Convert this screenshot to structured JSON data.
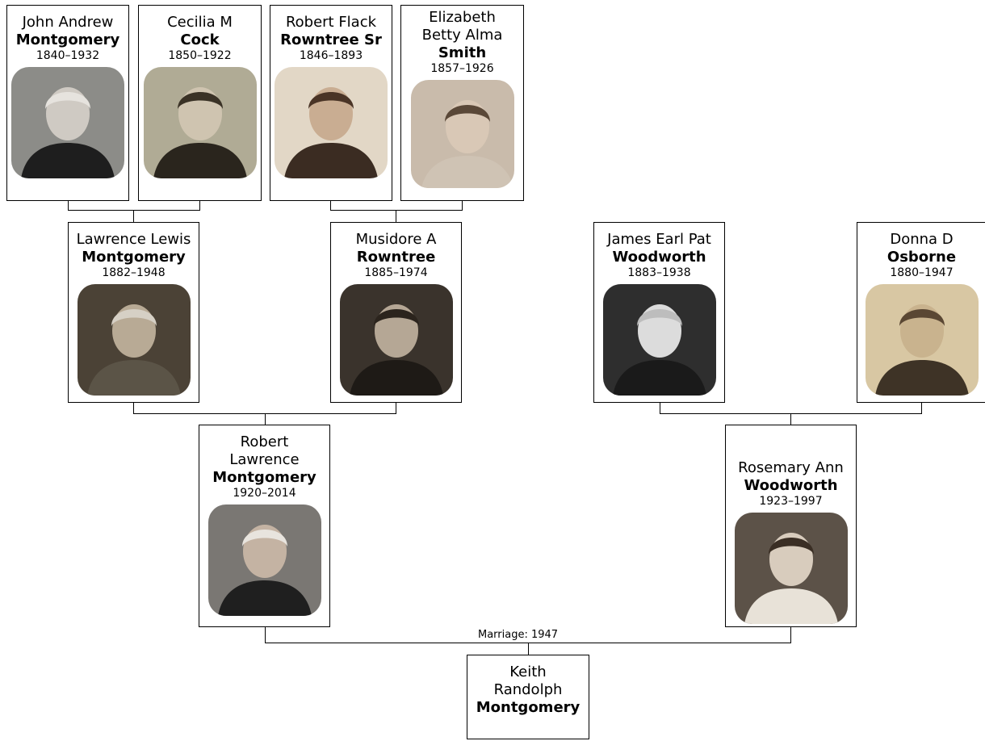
{
  "people": {
    "john": {
      "given": "John Andrew",
      "surname": "Montgomery",
      "dates": "1840–1932",
      "photo": {
        "bg": "#8c8c88",
        "face": "#cfcac3",
        "hair": "#e6e3de",
        "cloth": "#1e1e1e"
      }
    },
    "cecilia": {
      "given": "Cecilia M",
      "surname": "Cock",
      "dates": "1850–1922",
      "photo": {
        "bg": "#b0ab95",
        "face": "#cfc4b0",
        "hair": "#3a3226",
        "cloth": "#2a251d"
      }
    },
    "robertf": {
      "given": "Robert Flack",
      "surname": "Rowntree Sr",
      "dates": "1846–1893",
      "photo": {
        "bg": "#e2d7c6",
        "face": "#c9ad92",
        "hair": "#4a3426",
        "cloth": "#3b2c22"
      }
    },
    "elizabeth": {
      "given": "Elizabeth Betty Alma",
      "surname": "Smith",
      "dates": "1857–1926",
      "photo": {
        "bg": "#c9bbab",
        "face": "#d9c8b6",
        "hair": "#5a4838",
        "cloth": "#cfc3b4"
      }
    },
    "lawrence": {
      "given": "Lawrence Lewis",
      "surname": "Montgomery",
      "dates": "1882–1948",
      "photo": {
        "bg": "#4b4236",
        "face": "#b8aa95",
        "hair": "#d6d0c5",
        "cloth": "#5b5447"
      }
    },
    "musidore": {
      "given": "Musidore A",
      "surname": "Rowntree",
      "dates": "1885–1974",
      "photo": {
        "bg": "#3a332c",
        "face": "#b5a795",
        "hair": "#2b241d",
        "cloth": "#1e1a16"
      }
    },
    "james": {
      "given": "James Earl Pat",
      "surname": "Woodworth",
      "dates": "1883–1938",
      "photo": {
        "bg": "#2e2e2e",
        "face": "#dcdcdc",
        "hair": "#bdbdbd",
        "cloth": "#1a1a1a"
      }
    },
    "donna": {
      "given": "Donna D",
      "surname": "Osborne",
      "dates": "1880–1947",
      "photo": {
        "bg": "#d8c7a3",
        "face": "#c9b38e",
        "hair": "#5a4733",
        "cloth": "#3e3326"
      }
    },
    "robertl": {
      "given": "Robert Lawrence",
      "surname": "Montgomery",
      "dates": "1920–2014",
      "photo": {
        "bg": "#7a7773",
        "face": "#c4b3a3",
        "hair": "#e8e4de",
        "cloth": "#1f1f1f"
      }
    },
    "rosemary": {
      "given": "Rosemary Ann",
      "surname": "Woodworth",
      "dates": "1923–1997",
      "photo": {
        "bg": "#5c5248",
        "face": "#d8ccbd",
        "hair": "#3a2e24",
        "cloth": "#e8e2d8"
      }
    },
    "keith": {
      "given": "Keith Randolph",
      "surname": "Montgomery"
    }
  },
  "marriage_label": "Marriage: 1947"
}
